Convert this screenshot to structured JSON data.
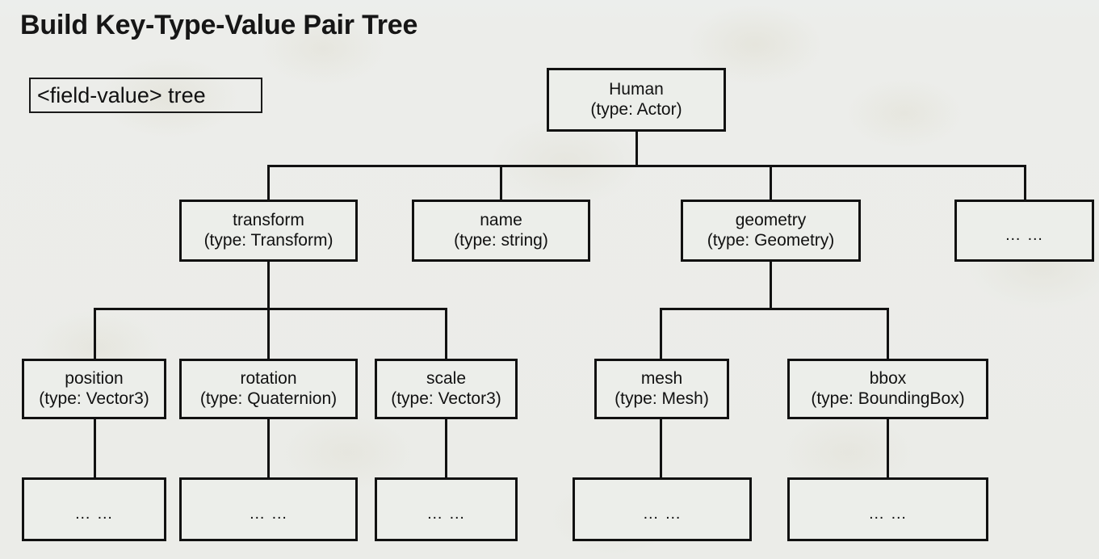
{
  "slide": {
    "title": "Build Key-Type-Value Pair Tree",
    "background_color": "#eceeec",
    "ink_color": "#111111"
  },
  "legend": {
    "label": "<field-value> tree"
  },
  "tree": {
    "root": {
      "name": "Human",
      "type": "(type: Actor)"
    },
    "level2": [
      {
        "name": "transform",
        "type": "(type: Transform)"
      },
      {
        "name": "name",
        "type": "(type: string)"
      },
      {
        "name": "geometry",
        "type": "(type: Geometry)"
      },
      {
        "name": "… …",
        "type": ""
      }
    ],
    "transform_children": [
      {
        "name": "position",
        "type": "(type: Vector3)"
      },
      {
        "name": "rotation",
        "type": "(type: Quaternion)"
      },
      {
        "name": "scale",
        "type": "(type: Vector3)"
      }
    ],
    "geometry_children": [
      {
        "name": "mesh",
        "type": "(type: Mesh)"
      },
      {
        "name": "bbox",
        "type": "(type: BoundingBox)"
      }
    ],
    "leaves": [
      {
        "name": "… …"
      },
      {
        "name": "… …"
      },
      {
        "name": "… …"
      },
      {
        "name": "… …"
      },
      {
        "name": "… …"
      }
    ]
  }
}
